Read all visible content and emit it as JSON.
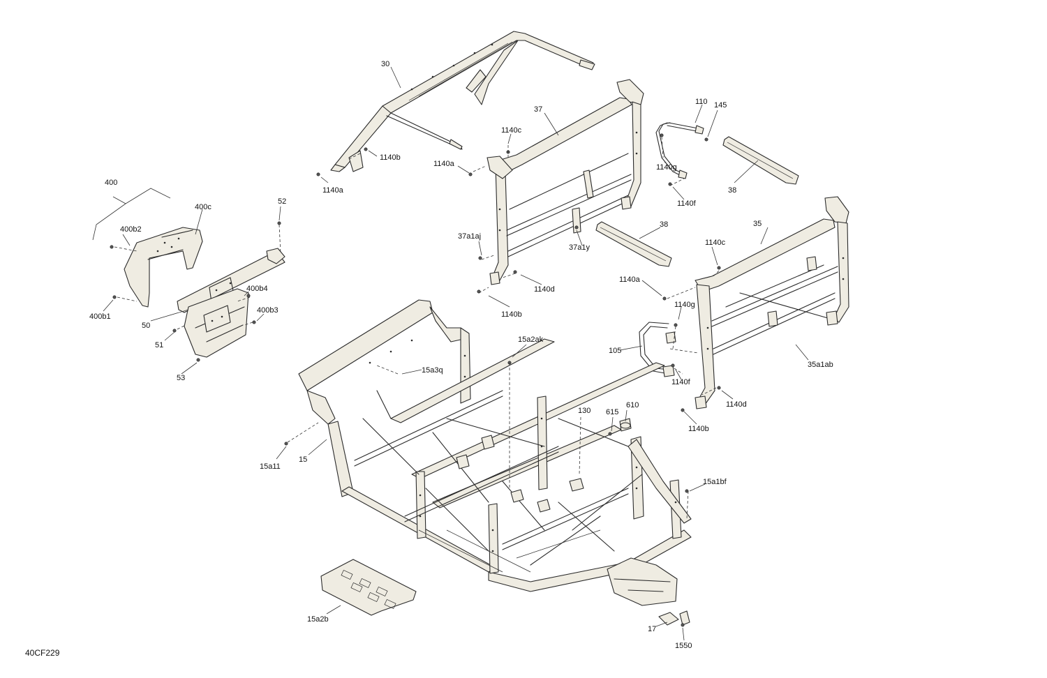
{
  "figure_code": "40CF229",
  "callouts": [
    {
      "id": "c30",
      "label": "30"
    },
    {
      "id": "c37",
      "label": "37"
    },
    {
      "id": "c1140c_a",
      "label": "1140c"
    },
    {
      "id": "c1140b_a",
      "label": "1140b"
    },
    {
      "id": "c1140a_a",
      "label": "1140a"
    },
    {
      "id": "c1140a_b",
      "label": "1140a"
    },
    {
      "id": "c110",
      "label": "110"
    },
    {
      "id": "c145",
      "label": "145"
    },
    {
      "id": "c1140g_a",
      "label": "1140g"
    },
    {
      "id": "c1140f_a",
      "label": "1140f"
    },
    {
      "id": "c38_a",
      "label": "38"
    },
    {
      "id": "c400",
      "label": "400"
    },
    {
      "id": "c400c",
      "label": "400c"
    },
    {
      "id": "c52",
      "label": "52"
    },
    {
      "id": "c400b2",
      "label": "400b2"
    },
    {
      "id": "c37a1aj",
      "label": "37a1aj"
    },
    {
      "id": "c37a1y",
      "label": "37a1y"
    },
    {
      "id": "c38_b",
      "label": "38"
    },
    {
      "id": "c35",
      "label": "35"
    },
    {
      "id": "c1140c_b",
      "label": "1140c"
    },
    {
      "id": "c400b4",
      "label": "400b4"
    },
    {
      "id": "c1140d_a",
      "label": "1140d"
    },
    {
      "id": "c1140a_c",
      "label": "1140a"
    },
    {
      "id": "c400b3",
      "label": "400b3"
    },
    {
      "id": "c400b1",
      "label": "400b1"
    },
    {
      "id": "c1140g_b",
      "label": "1140g"
    },
    {
      "id": "c1140b_b",
      "label": "1140b"
    },
    {
      "id": "c50",
      "label": "50"
    },
    {
      "id": "c51",
      "label": "51"
    },
    {
      "id": "c15a2ak",
      "label": "15a2ak"
    },
    {
      "id": "c105",
      "label": "105"
    },
    {
      "id": "c35a1ab",
      "label": "35a1ab"
    },
    {
      "id": "c15a3q",
      "label": "15a3q"
    },
    {
      "id": "c53",
      "label": "53"
    },
    {
      "id": "c1140f_b",
      "label": "1140f"
    },
    {
      "id": "c1140d_b",
      "label": "1140d"
    },
    {
      "id": "c130",
      "label": "130"
    },
    {
      "id": "c610",
      "label": "610"
    },
    {
      "id": "c615",
      "label": "615"
    },
    {
      "id": "c1140b_c",
      "label": "1140b"
    },
    {
      "id": "c15a11",
      "label": "15a11"
    },
    {
      "id": "c15",
      "label": "15"
    },
    {
      "id": "c15a1bf",
      "label": "15a1bf"
    },
    {
      "id": "c15a2b",
      "label": "15a2b"
    },
    {
      "id": "c17",
      "label": "17"
    },
    {
      "id": "c1550",
      "label": "1550"
    }
  ]
}
